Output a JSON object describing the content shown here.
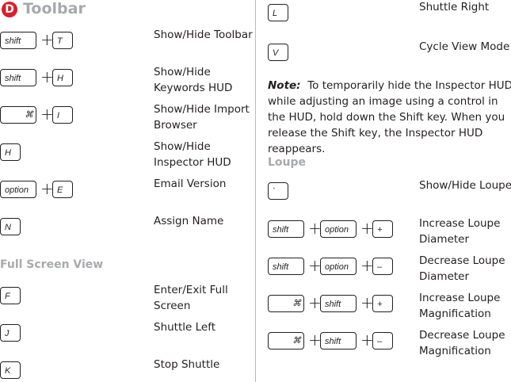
{
  "section": {
    "badge": "D",
    "title": "Toolbar"
  },
  "toolbar_rows": [
    {
      "keys": [
        "shift",
        "T"
      ],
      "desc": "Show/Hide Toolbar"
    },
    {
      "keys": [
        "shift",
        "H"
      ],
      "desc": "Show/Hide Keywords HUD"
    },
    {
      "keys": [
        "cmd",
        "I"
      ],
      "desc": "Show/Hide Import Browser"
    },
    {
      "keys": [
        "H"
      ],
      "desc": "Show/Hide Inspector HUD"
    },
    {
      "keys": [
        "option",
        "E"
      ],
      "desc": "Email Version"
    },
    {
      "keys": [
        "N"
      ],
      "desc": "Assign Name"
    }
  ],
  "full_screen": {
    "title": "Full Screen View",
    "rows": [
      {
        "keys": [
          "F"
        ],
        "desc": "Enter/Exit Full Screen"
      },
      {
        "keys": [
          "J"
        ],
        "desc": "Shuttle Left"
      },
      {
        "keys": [
          "K"
        ],
        "desc": "Stop Shuttle"
      }
    ]
  },
  "right_rows": [
    {
      "keys": [
        "L"
      ],
      "desc": "Shuttle Right"
    },
    {
      "keys": [
        "V"
      ],
      "desc": "Cycle View Mode"
    }
  ],
  "note": {
    "label": "Note:",
    "text": "To temporarily hide the Inspector HUD while adjusting an image using a control in the HUD, hold down the Shift key. When you release the Shift key, the Inspector HUD reappears."
  },
  "loupe": {
    "title": "Loupe",
    "rows": [
      {
        "keys": [
          "`"
        ],
        "desc": "Show/Hide Loupe"
      },
      {
        "keys": [
          "shift",
          "option",
          "+"
        ],
        "desc": "Increase Loupe Diameter"
      },
      {
        "keys": [
          "shift",
          "option",
          "–"
        ],
        "desc": "Decrease Loupe Diameter"
      },
      {
        "keys": [
          "cmd",
          "shift",
          "+"
        ],
        "desc": "Increase Loupe Magnification"
      },
      {
        "keys": [
          "cmd",
          "shift",
          "–"
        ],
        "desc": "Decrease Loupe Magnification"
      }
    ]
  },
  "plus_sign": "+",
  "cmd_glyphs": [
    "",
    "⌘"
  ],
  "colors": {
    "badge": "#d7202a",
    "heading": "#a7a9ac"
  }
}
